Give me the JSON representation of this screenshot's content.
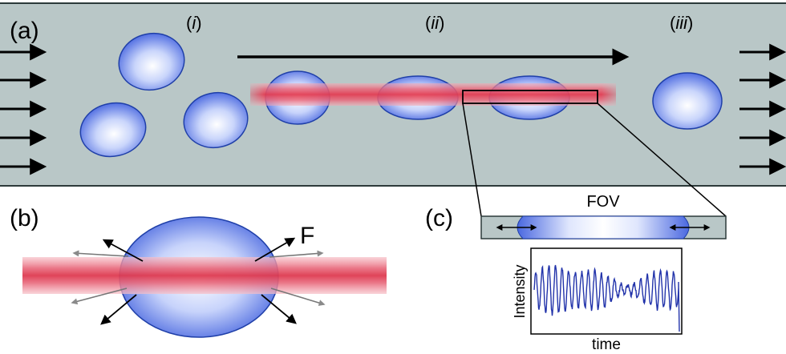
{
  "panels": {
    "a": {
      "label": "(a)"
    },
    "b": {
      "label": "(b)"
    },
    "c": {
      "label": "(c)"
    }
  },
  "stages": [
    {
      "label": "i"
    },
    {
      "label": "ii"
    },
    {
      "label": "iii"
    }
  ],
  "labels": {
    "force": "F",
    "fov": "FOV",
    "plot_ylabel": "Intensity",
    "plot_xlabel": "time"
  },
  "colors": {
    "channel_fill": "#b9c7c7",
    "channel_border": "#2c3a3a",
    "cell_edge": "#1f3fa8",
    "cell_center": "#ffffff",
    "cell_mid": "#8fa6ee",
    "beam_core": "#e04458",
    "beam_edge": "#f6b7c0",
    "arrow": "#000000",
    "force_arrow_light": "#888888",
    "plot_line": "#2233aa"
  },
  "icons": {
    "flow_arrow": "right-arrow-icon",
    "double_arrow": "double-headed-arrow-icon",
    "force_arrow": "diagonal-arrow-icon"
  }
}
